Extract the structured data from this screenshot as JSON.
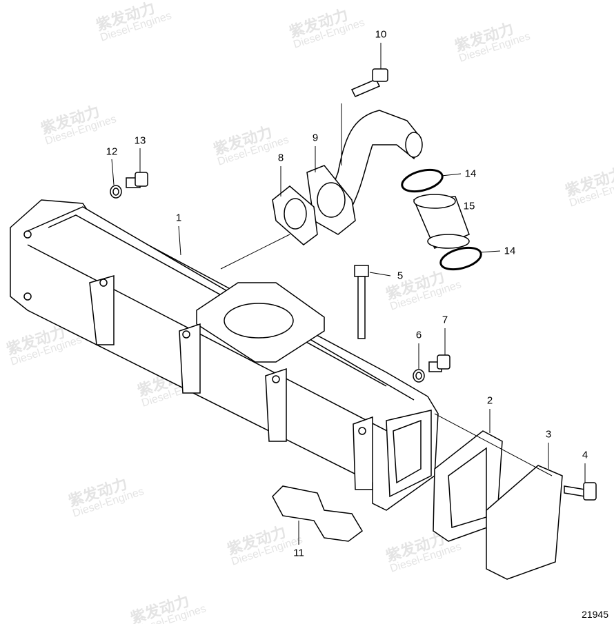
{
  "watermark": {
    "cn": "紫发动力",
    "en": "Diesel-Engines"
  },
  "callouts": [
    {
      "id": "10",
      "name": "bolt-top"
    },
    {
      "id": "13",
      "name": "plug"
    },
    {
      "id": "12",
      "name": "washer"
    },
    {
      "id": "9",
      "name": "pipe-flange"
    },
    {
      "id": "8",
      "name": "gasket"
    },
    {
      "id": "14",
      "name": "o-ring-upper"
    },
    {
      "id": "15",
      "name": "sleeve"
    },
    {
      "id": "14",
      "name": "o-ring-lower"
    },
    {
      "id": "1",
      "name": "exhaust-manifold"
    },
    {
      "id": "5",
      "name": "long-bolt"
    },
    {
      "id": "7",
      "name": "plug-right"
    },
    {
      "id": "6",
      "name": "washer-right"
    },
    {
      "id": "2",
      "name": "end-gasket"
    },
    {
      "id": "3",
      "name": "end-cover"
    },
    {
      "id": "4",
      "name": "cover-bolt"
    },
    {
      "id": "11",
      "name": "manifold-gasket"
    }
  ],
  "document_number": "21945",
  "colors": {
    "line": "#000000",
    "watermark": "#e4e4e4"
  }
}
